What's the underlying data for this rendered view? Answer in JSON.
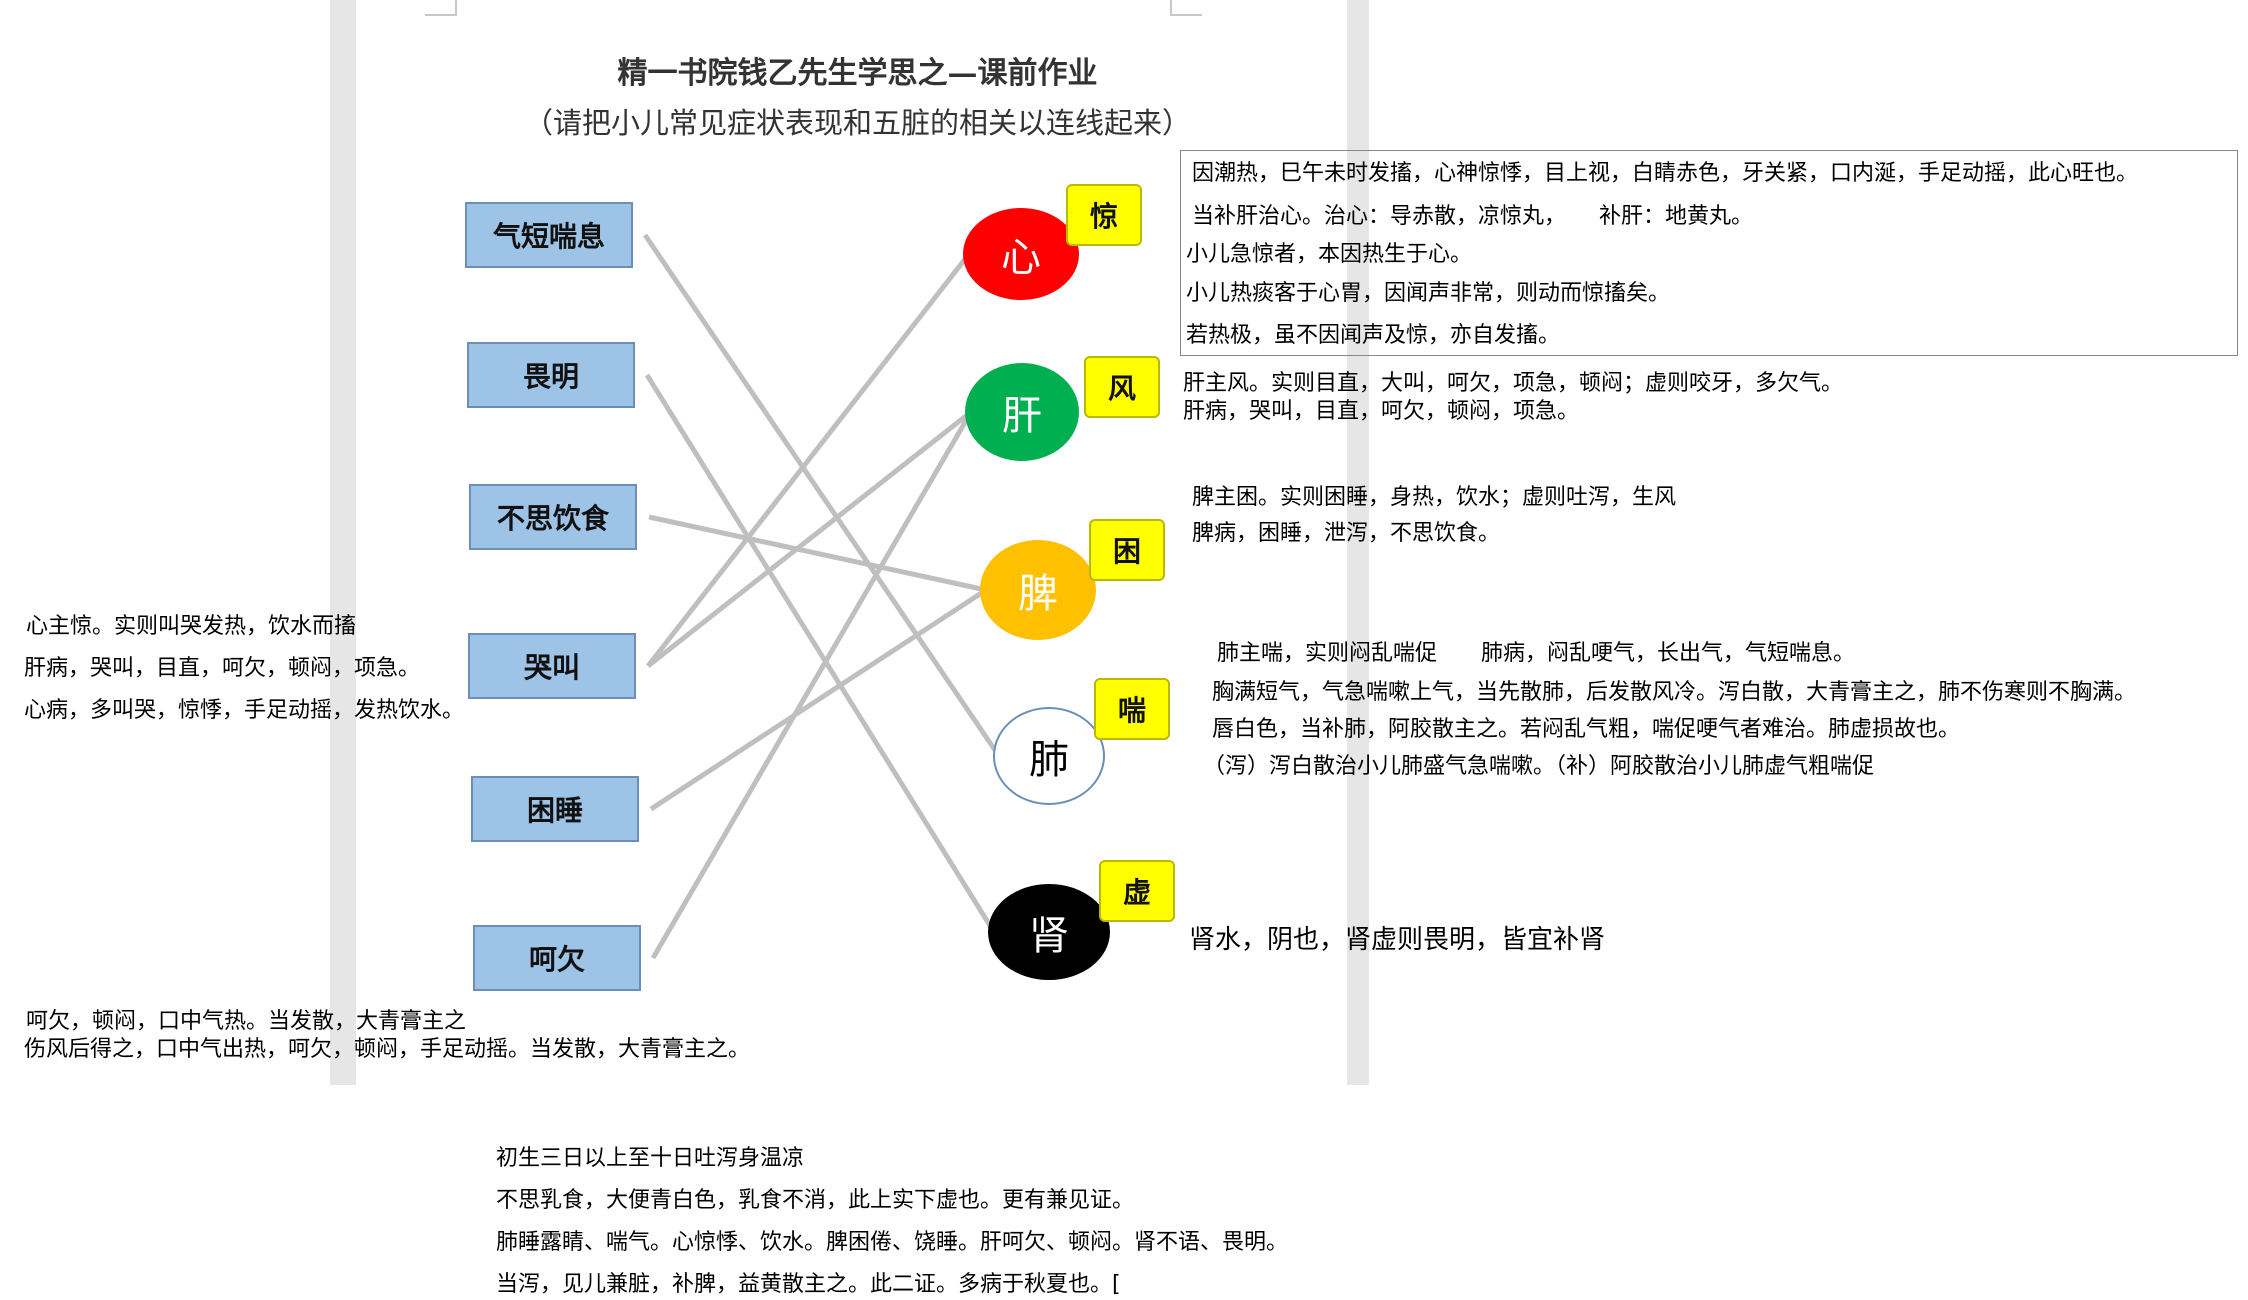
{
  "title": "精一书院钱乙先生学思之—课前作业",
  "subtitle": "（请把小儿常见症状表现和五脏的相关以连线起来）",
  "symptoms": [
    {
      "id": "s1",
      "label": "气短喘息"
    },
    {
      "id": "s2",
      "label": "畏明"
    },
    {
      "id": "s3",
      "label": "不思饮食"
    },
    {
      "id": "s4",
      "label": "哭叫"
    },
    {
      "id": "s5",
      "label": "困睡"
    },
    {
      "id": "s6",
      "label": "呵欠"
    }
  ],
  "organs": [
    {
      "id": "o1",
      "label": "心",
      "tag": "惊",
      "fill": "#ff0000",
      "text_color": "#ffffff"
    },
    {
      "id": "o2",
      "label": "肝",
      "tag": "风",
      "fill": "#00b050",
      "text_color": "#ffffff"
    },
    {
      "id": "o3",
      "label": "脾",
      "tag": "困",
      "fill": "#ffc000",
      "text_color": "#ffffff"
    },
    {
      "id": "o4",
      "label": "肺",
      "tag": "喘",
      "fill": "#ffffff",
      "text_color": "#000000"
    },
    {
      "id": "o5",
      "label": "肾",
      "tag": "虚",
      "fill": "#000000",
      "text_color": "#ffffff"
    }
  ],
  "connections": [
    {
      "from": "s1",
      "to": "o4"
    },
    {
      "from": "s2",
      "to": "o5"
    },
    {
      "from": "s3",
      "to": "o3"
    },
    {
      "from": "s4",
      "to": "o1"
    },
    {
      "from": "s4",
      "to": "o2"
    },
    {
      "from": "s5",
      "to": "o3"
    },
    {
      "from": "s6",
      "to": "o2"
    }
  ],
  "line_color": "#bfbfbf",
  "notes": {
    "heart": [
      "因潮热，巳午未时发搐，心神惊悸，目上视，白睛赤色，牙关紧，口内涎，手足动摇，此心旺也。",
      "当补肝治心。治心：导赤散，凉惊丸，　　补肝：地黄丸。",
      "小儿急惊者，本因热生于心。",
      "小儿热痰客于心胃，因闻声非常，则动而惊搐矣。",
      "若热极，虽不因闻声及惊，亦自发搐。"
    ],
    "liver": [
      "肝主风。实则目直，大叫，呵欠，项急，顿闷；虚则咬牙，多欠气。",
      "肝病，哭叫，目直，呵欠，顿闷，项急。"
    ],
    "spleen": [
      "脾主困。实则困睡，身热，饮水；虚则吐泻，生风",
      "脾病，困睡，泄泻，不思饮食。"
    ],
    "lung": [
      "肺主喘，实则闷乱喘促　　肺病，闷乱哽气，长出气，气短喘息。",
      "胸满短气，气急喘嗽上气，当先散肺，后发散风冷。泻白散，大青膏主之，肺不伤寒则不胸满。",
      "唇白色，当补肺，阿胶散主之。若闷乱气粗，喘促哽气者难治。肺虚损故也。",
      "（泻）泻白散治小儿肺盛气急喘嗽。（补）阿胶散治小儿肺虚气粗喘促"
    ],
    "kidney": [
      "肾水，阴也，肾虚则畏明，皆宜补肾"
    ],
    "left_cry": [
      "心主惊。实则叫哭发热，饮水而搐",
      "肝病，哭叫，目直，呵欠，顿闷，项急。",
      "心病，多叫哭，惊悸，手足动摇，发热饮水。"
    ],
    "left_yawn": [
      "呵欠，顿闷，口中气热。当发散，大青膏主之",
      "伤风后得之，口中气出热，呵欠，顿闷，手足动摇。当发散，大青膏主之。"
    ],
    "bottom": [
      "初生三日以上至十日吐泻身温凉",
      "不思乳食，大便青白色，乳食不消，此上实下虚也。更有兼见证。",
      "肺睡露睛、喘气。心惊悸、饮水。脾困倦、饶睡。肝呵欠、顿闷。肾不语、畏明。",
      "当泻，见儿兼脏，补脾，益黄散主之。此二证。多病于秋夏也。["
    ]
  }
}
